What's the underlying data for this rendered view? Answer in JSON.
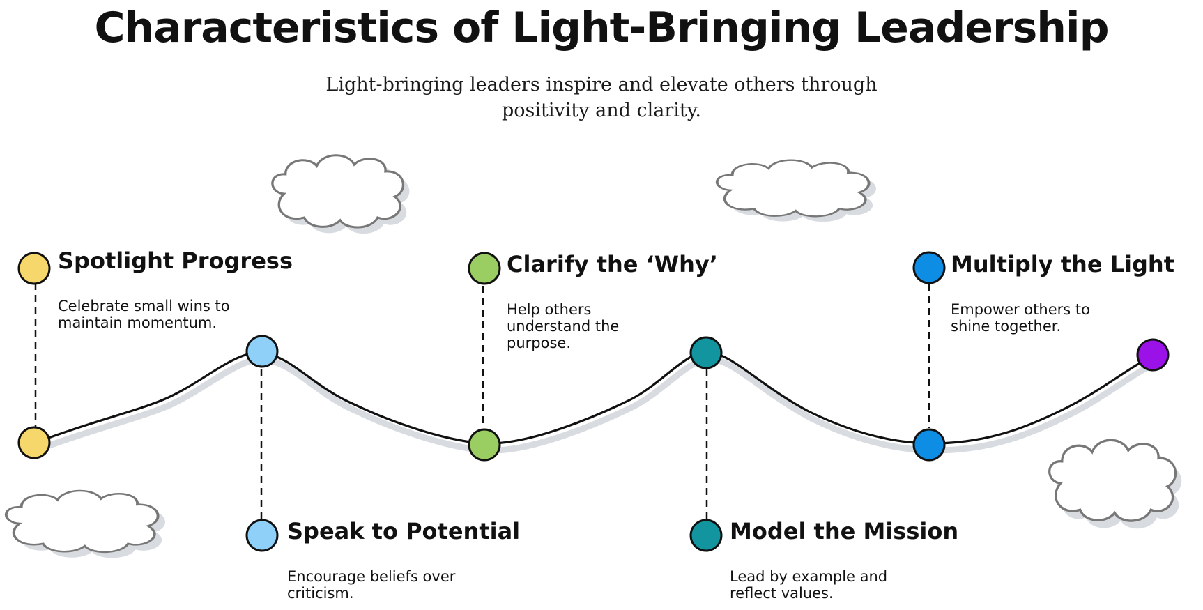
{
  "title": "Characteristics of Light-Bringing Leadership",
  "subtitle": "Light-bringing leaders inspire and elevate others through positivity and clarity.",
  "colors": {
    "yellow": "#f6d76b",
    "light_blue": "#8fd0f8",
    "green": "#9acd62",
    "teal": "#12959f",
    "blue": "#0d8ee4",
    "purple": "#9a12e8",
    "line": "#111111",
    "shadow": "#d8dce0",
    "cloud_outline": "#777777"
  },
  "items": [
    {
      "title": "Spotlight Progress",
      "desc": "Celebrate small wins to maintain momentum.",
      "color": "#f6d76b",
      "icon": "yellow-dot"
    },
    {
      "title": "Speak to Potential",
      "desc": "Encourage beliefs over criticism.",
      "color": "#8fd0f8",
      "icon": "light-blue-dot"
    },
    {
      "title": "Clarify the ‘Why’",
      "desc": "Help others understand the purpose.",
      "color": "#9acd62",
      "icon": "green-dot"
    },
    {
      "title": "Model the Mission",
      "desc": "Lead by example and reflect values.",
      "color": "#12959f",
      "icon": "teal-dot"
    },
    {
      "title": "Multiply the Light",
      "desc": "Empower others to shine together.",
      "color": "#0d8ee4",
      "icon": "blue-dot"
    }
  ],
  "end_node": {
    "color": "#9a12e8",
    "icon": "purple-dot"
  }
}
